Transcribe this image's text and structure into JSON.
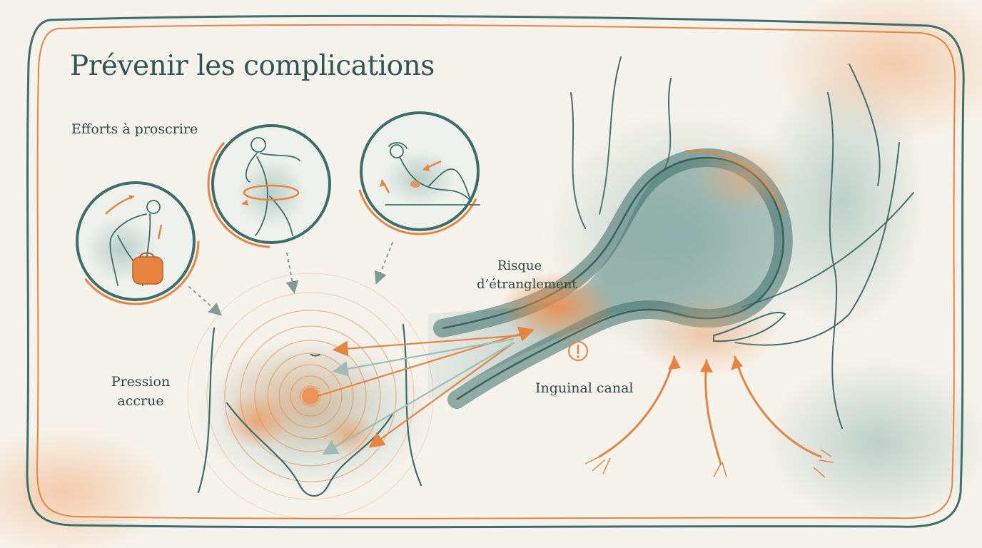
{
  "title": "Prévenir les complications",
  "efforts_label": "Efforts à proscrire",
  "pressure_label": [
    "Pression",
    "accrue"
  ],
  "risk_label": [
    "Risque",
    "d’étranglement"
  ],
  "canal_label": "Inguinal canal",
  "icons": [
    "lifting-bag-icon",
    "twisting-torso-icon",
    "sit-up-icon",
    "warning-icon"
  ],
  "colors": {
    "accent": "#e8843f",
    "teal": "#3d6e69",
    "background": "#f6f3ec",
    "text": "#2c4a47"
  }
}
